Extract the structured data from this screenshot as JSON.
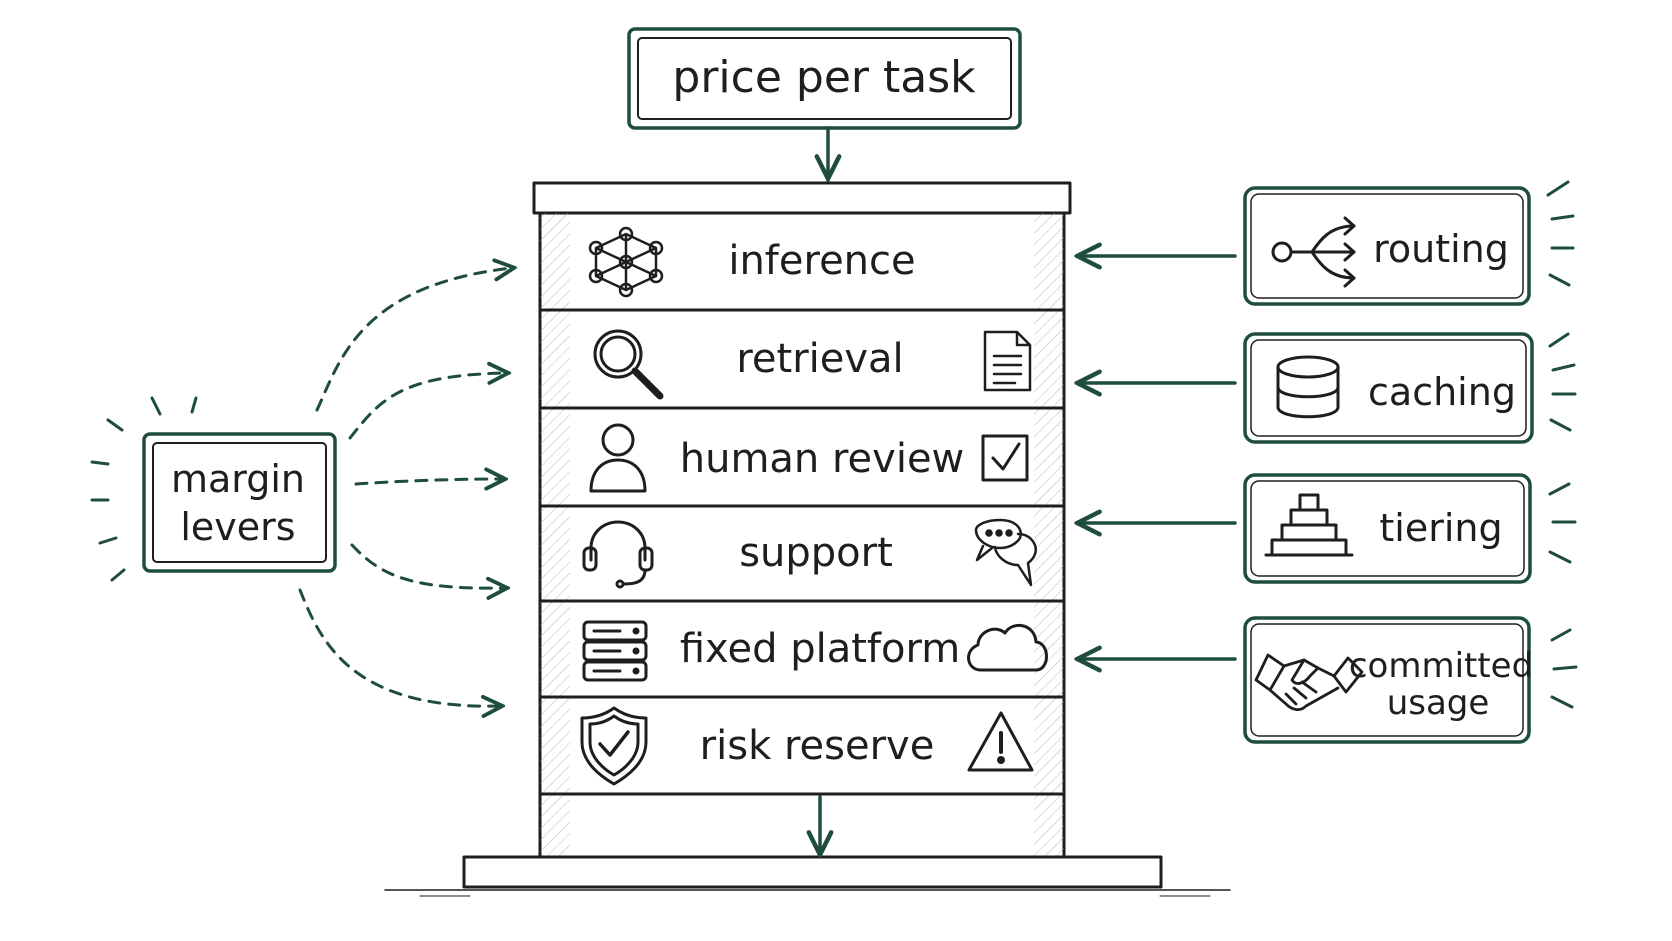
{
  "title": "price per task",
  "left_box": {
    "line1": "margin",
    "line2": "levers"
  },
  "layers": [
    {
      "label": "inference",
      "icon_left": "neural-network-icon",
      "icon_right": ""
    },
    {
      "label": "retrieval",
      "icon_left": "magnifier-icon",
      "icon_right": "document-icon"
    },
    {
      "label": "human review",
      "icon_left": "person-icon",
      "icon_right": "checkbox-icon"
    },
    {
      "label": "support",
      "icon_left": "headset-icon",
      "icon_right": "chat-bubbles-icon"
    },
    {
      "label": "fixed platform",
      "icon_left": "server-icon",
      "icon_right": "cloud-icon"
    },
    {
      "label": "risk reserve",
      "icon_left": "shield-check-icon",
      "icon_right": "warning-icon"
    }
  ],
  "levers": [
    {
      "label_line1": "routing",
      "label_line2": "",
      "icon": "routing-icon"
    },
    {
      "label_line1": "caching",
      "label_line2": "",
      "icon": "database-icon"
    },
    {
      "label_line1": "tiering",
      "label_line2": "",
      "icon": "tier-pyramid-icon"
    },
    {
      "label_line1": "committed",
      "label_line2": "usage",
      "icon": "handshake-icon"
    }
  ],
  "colors": {
    "ink": "#1e1e1e",
    "accent_green": "#1f4d3d",
    "hatch": "#2e6b55"
  }
}
